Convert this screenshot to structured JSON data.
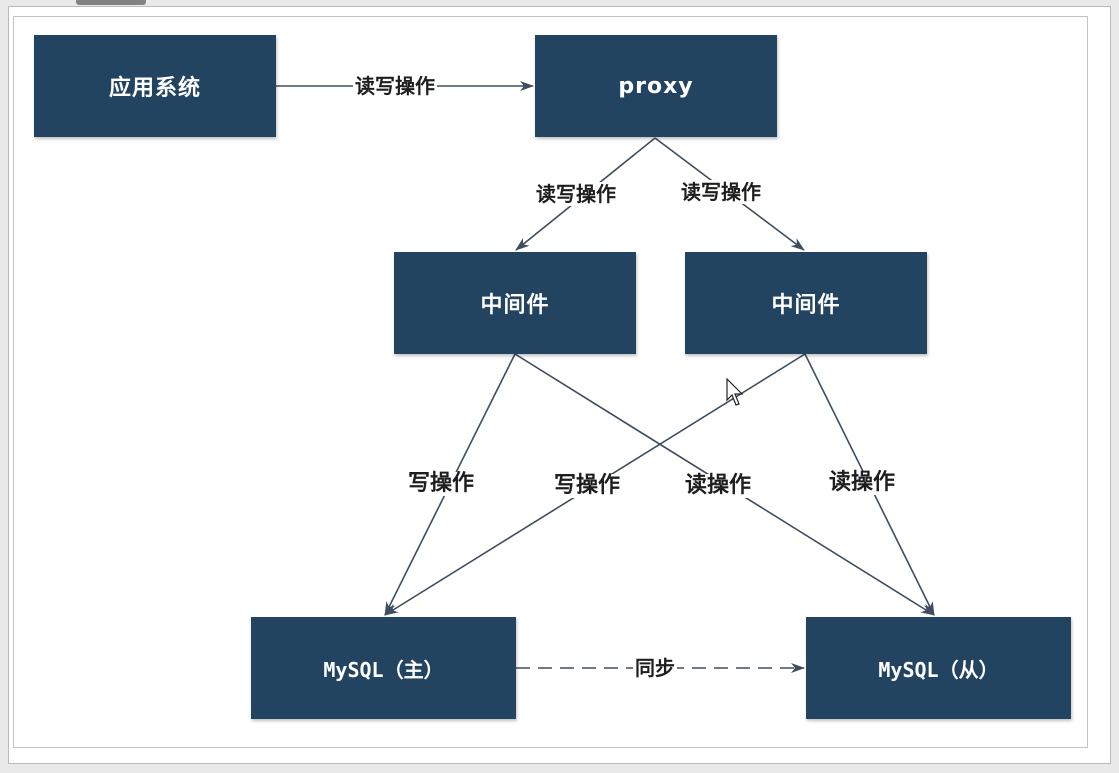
{
  "nodes": {
    "app": "应用系统",
    "proxy": "proxy",
    "middleware_left": "中间件",
    "middleware_right": "中间件",
    "mysql_master": "MySQL（主）",
    "mysql_slave": "MySQL（从）"
  },
  "edge_labels": {
    "app_to_proxy": "读写操作",
    "proxy_to_mw_left": "读写操作",
    "proxy_to_mw_right": "读写操作",
    "mw_left_write": "写操作",
    "mw_right_write": "写操作",
    "mw_left_read": "读操作",
    "mw_right_read": "读操作",
    "sync": "同步"
  },
  "colors": {
    "box_fill": "#234461",
    "edge": "#3e4e5e"
  }
}
